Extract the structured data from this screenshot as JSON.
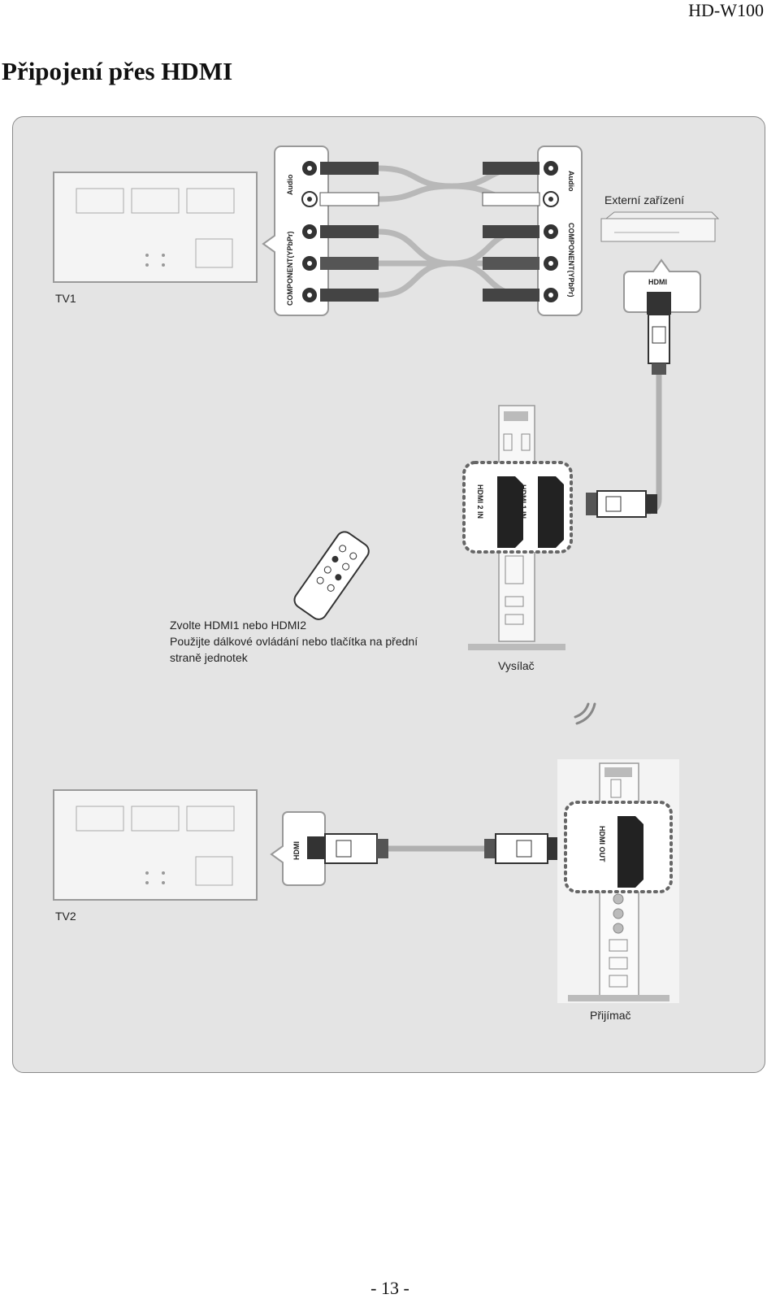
{
  "header": {
    "model": "HD-W100"
  },
  "page_title": "Připojení přes HDMI",
  "diagram": {
    "tv1_label": "TV1",
    "tv2_label": "TV2",
    "audio_label_left": "Audio",
    "component_label_left": "COMPONENT(YPbPr)",
    "audio_label_right": "Audio",
    "component_label_right": "COMPONENT(YPbPr)",
    "external_device_label": "Externí zařízení",
    "hdmi_label_top": "HDMI",
    "transmitter_port1": "HDMI 2 IN",
    "transmitter_port2": "HDMI 1 IN",
    "instruction_line1": "Zvolte HDMI1 nebo HDMI2",
    "instruction_line2": "Použijte dálkové ovládání nebo tlačítka na přední",
    "instruction_line3": "straně jednotek",
    "transmitter_label": "Vysílač",
    "hdmi_label_tv2": "HDMI",
    "receiver_port": "HDMI OUT",
    "receiver_label": "Přijímač"
  },
  "footer": {
    "page_number": "- 13 -"
  }
}
